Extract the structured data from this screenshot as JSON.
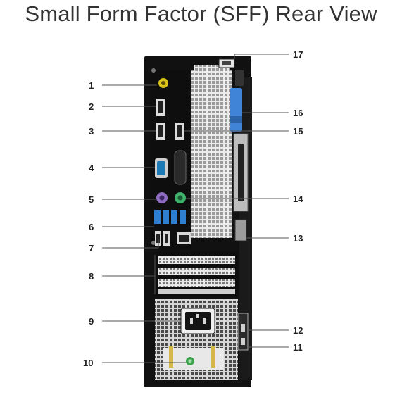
{
  "title": "Small Form Factor (SFF) Rear View",
  "callouts_left": [
    "1",
    "2",
    "3",
    "4",
    "5",
    "6",
    "7",
    "8",
    "9",
    "10"
  ],
  "callouts_right": [
    "17",
    "16",
    "15",
    "14",
    "13",
    "12",
    "11"
  ],
  "colors": {
    "chassis": "#111111",
    "vent": "#cfcfcf",
    "usb3": "#2f7fd0",
    "ps2_keyboard": "#8f6cc4",
    "ps2_mouse": "#3db36b",
    "audio_jack": "#d8c21a",
    "serial": "#1c7ab6",
    "latch": "#3f84d6",
    "leader": "#555555"
  }
}
